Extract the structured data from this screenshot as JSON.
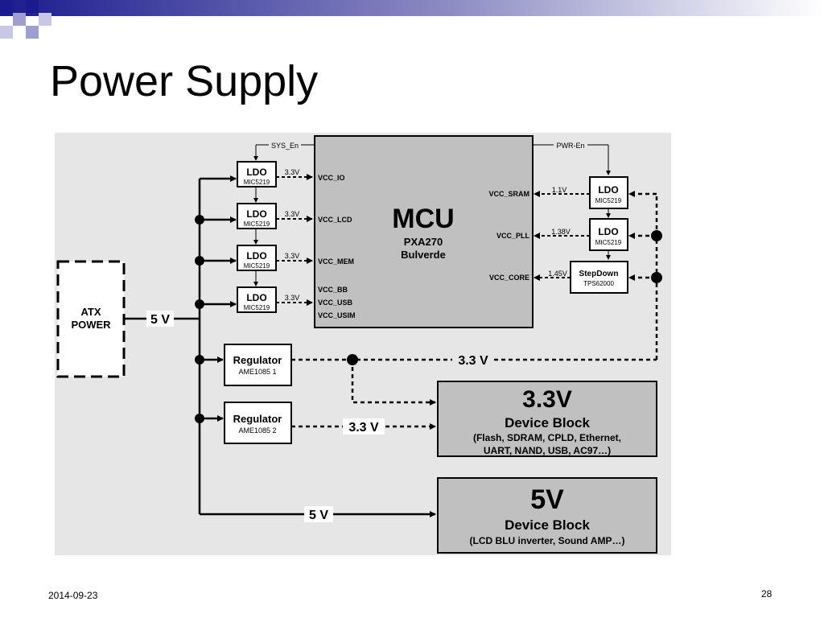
{
  "slide": {
    "title": "Power Supply",
    "date": "2014-09-23",
    "page_number": "28"
  },
  "diagram": {
    "signals": {
      "sys_en": "SYS_En",
      "pwr_en": "PWR-En"
    },
    "mcu": {
      "title": "MCU",
      "model": "PXA270",
      "codename": "Bulverde",
      "left_pins": [
        "VCC_IO",
        "VCC_LCD",
        "VCC_MEM",
        "VCC_BB",
        "VCC_USB",
        "VCC_USIM"
      ],
      "right_pins": [
        "VCC_SRAM",
        "VCC_PLL",
        "VCC_CORE"
      ]
    },
    "left_ldos": [
      {
        "name": "LDO",
        "part": "MIC5219",
        "voltage": "3.3V"
      },
      {
        "name": "LDO",
        "part": "MIC5219",
        "voltage": "3.3V"
      },
      {
        "name": "LDO",
        "part": "MIC5219",
        "voltage": "3.3V"
      },
      {
        "name": "LDO",
        "part": "MIC5219",
        "voltage": "3.3V"
      }
    ],
    "right_regs": [
      {
        "name": "LDO",
        "part": "MIC5219",
        "voltage": "1.1V"
      },
      {
        "name": "LDO",
        "part": "MIC5219",
        "voltage": "1.38V"
      },
      {
        "name": "StepDown",
        "part": "TPS62000",
        "voltage": "1.45V"
      }
    ],
    "atx": {
      "line1": "ATX",
      "line2": "POWER",
      "output": "5 V"
    },
    "regulators": [
      {
        "name": "Regulator",
        "part": "AME1085 1",
        "output": "3.3 V"
      },
      {
        "name": "Regulator",
        "part": "AME1085 2",
        "output": "3.3 V"
      }
    ],
    "bottom_rail": "5 V",
    "block_3v3": {
      "title": "3.3V",
      "subtitle": "Device Block",
      "line1": "(Flash, SDRAM, CPLD, Ethernet,",
      "line2": "UART, NAND, USB, AC97…)"
    },
    "block_5v": {
      "title": "5V",
      "subtitle": "Device Block",
      "line1": "(LCD BLU inverter, Sound AMP…)"
    }
  }
}
